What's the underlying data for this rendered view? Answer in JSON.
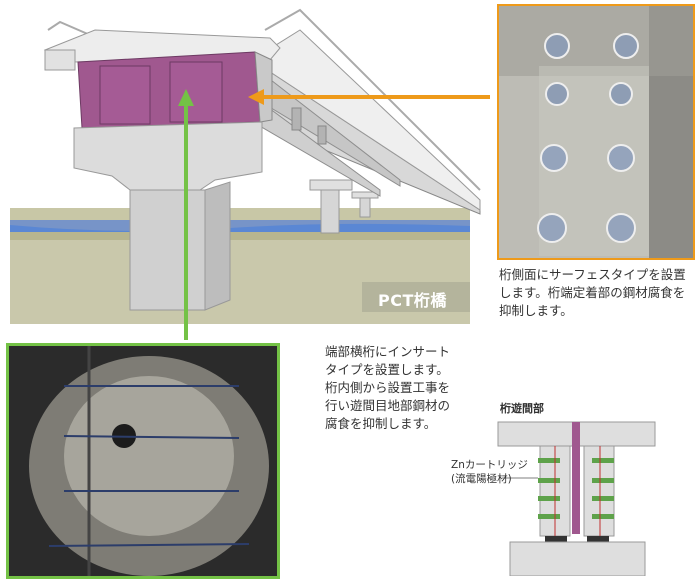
{
  "bridge": {
    "label": "PCT桁橋"
  },
  "photos": {
    "side_surface": {
      "caption": "桁側面にサーフェスタイプを設置\nします。桁端定着部の鋼材腐食を\n抑制します。"
    },
    "inner_insert": {
      "caption": "端部横桁にインサート\nタイプを設置します。\n桁内側から設置工事を\n行い遊間目地部鋼材の\n腐食を抑制します。"
    }
  },
  "detail": {
    "title": "桁遊間部",
    "zn_label_line1": "Znカートリッジ",
    "zn_label_line2": "(流電陽極材)"
  },
  "colors": {
    "orange_arrow": "#ee9a1a",
    "green_arrow": "#74c246",
    "girder_highlight": "#a0588f",
    "water": "#3c7fd1"
  }
}
